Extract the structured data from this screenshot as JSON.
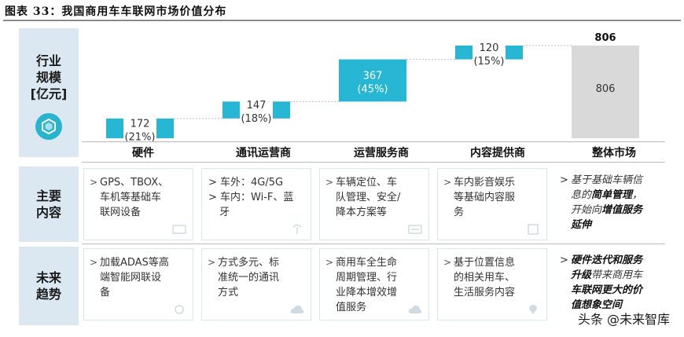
{
  "figure": {
    "title": "图表 33：我国商用车车联网市场价值分布"
  },
  "side_labels": {
    "chart": [
      "行业",
      "规模",
      "[亿元]"
    ],
    "content": [
      "主要",
      "内容"
    ],
    "trend": [
      "未来",
      "趋势"
    ]
  },
  "chart_data": {
    "type": "bar",
    "subtype": "waterfall",
    "categories": [
      "硬件",
      "通讯运营商",
      "运营服务商",
      "内容提供商",
      "整体市场"
    ],
    "values": [
      172,
      147,
      367,
      120,
      806
    ],
    "shares": [
      "(21%)",
      "(18%)",
      "(45%)",
      "(15%)",
      ""
    ],
    "cumulative_start": [
      0,
      172,
      319,
      686,
      0
    ],
    "value_labels": [
      "172",
      "147",
      "367",
      "120",
      "806"
    ],
    "total_label_top": "806",
    "ylabel": "行业规模[亿元]",
    "colors": {
      "segment": "#27b6d3",
      "total": "#d9d9d9",
      "segment_text": "#ffffff",
      "total_text": "#333333"
    }
  },
  "content_rows": {
    "main": [
      {
        "lines": [
          "GPS、TBOX、",
          "车机等基础车",
          "联网设备"
        ]
      },
      {
        "lines": [
          "车外：4G/5G",
          "车内：Wi-F、蓝",
          "牙"
        ],
        "prefixes": [
          ">",
          ">",
          ""
        ]
      },
      {
        "lines": [
          "车辆定位、车",
          "队管理、安全/",
          "降本方案等"
        ]
      },
      {
        "lines": [
          "车内影音娱乐",
          "等基础内容服",
          "务"
        ]
      }
    ],
    "main_summary": {
      "lines": [
        [
          {
            "t": "基于基础车辆信",
            "b": false
          }
        ],
        [
          {
            "t": "息的",
            "b": false
          },
          {
            "t": "简单管理",
            "b": true
          },
          {
            "t": "，",
            "b": false
          }
        ],
        [
          {
            "t": "开始向",
            "b": false
          },
          {
            "t": "增值服务",
            "b": true
          }
        ],
        [
          {
            "t": "延伸",
            "b": true
          }
        ]
      ]
    },
    "trend": [
      {
        "lines": [
          "加载ADAS等高",
          "端智能网联设",
          "备"
        ]
      },
      {
        "lines": [
          "方式多元、标",
          "准统一的通讯",
          "方式"
        ]
      },
      {
        "lines": [
          "商用车全生命",
          "周期管理、行",
          "业降本增效增",
          "值服务"
        ]
      },
      {
        "lines": [
          "基于位置信息",
          "的相关用车、",
          "生活服务内容"
        ]
      }
    ],
    "trend_summary": {
      "lines": [
        [
          {
            "t": "硬件迭代和服务",
            "b": true
          }
        ],
        [
          {
            "t": "升级",
            "b": true
          },
          {
            "t": "带来商用车",
            "b": false
          }
        ],
        [
          {
            "t": "车联网更大的价",
            "b": true
          }
        ],
        [
          {
            "t": "值想象空间",
            "b": true
          }
        ]
      ]
    }
  },
  "watermark": "头条 @未来智库"
}
